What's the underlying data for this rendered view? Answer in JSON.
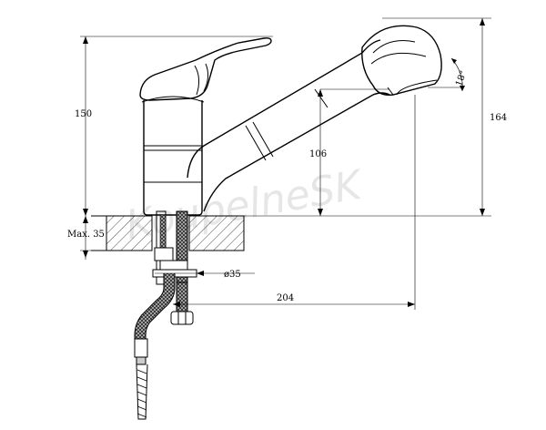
{
  "dimensions": {
    "height_total": "150",
    "height_spout": "164",
    "height_outlet": "106",
    "angle": "18°",
    "max_thickness": "Max. 35",
    "hole_diameter": "ø35",
    "reach": "204"
  },
  "watermark": "KoupelneSK",
  "colors": {
    "line": "#000000",
    "hatch": "#000000",
    "hose": "#444444",
    "watermark": "#e6e6e6"
  }
}
